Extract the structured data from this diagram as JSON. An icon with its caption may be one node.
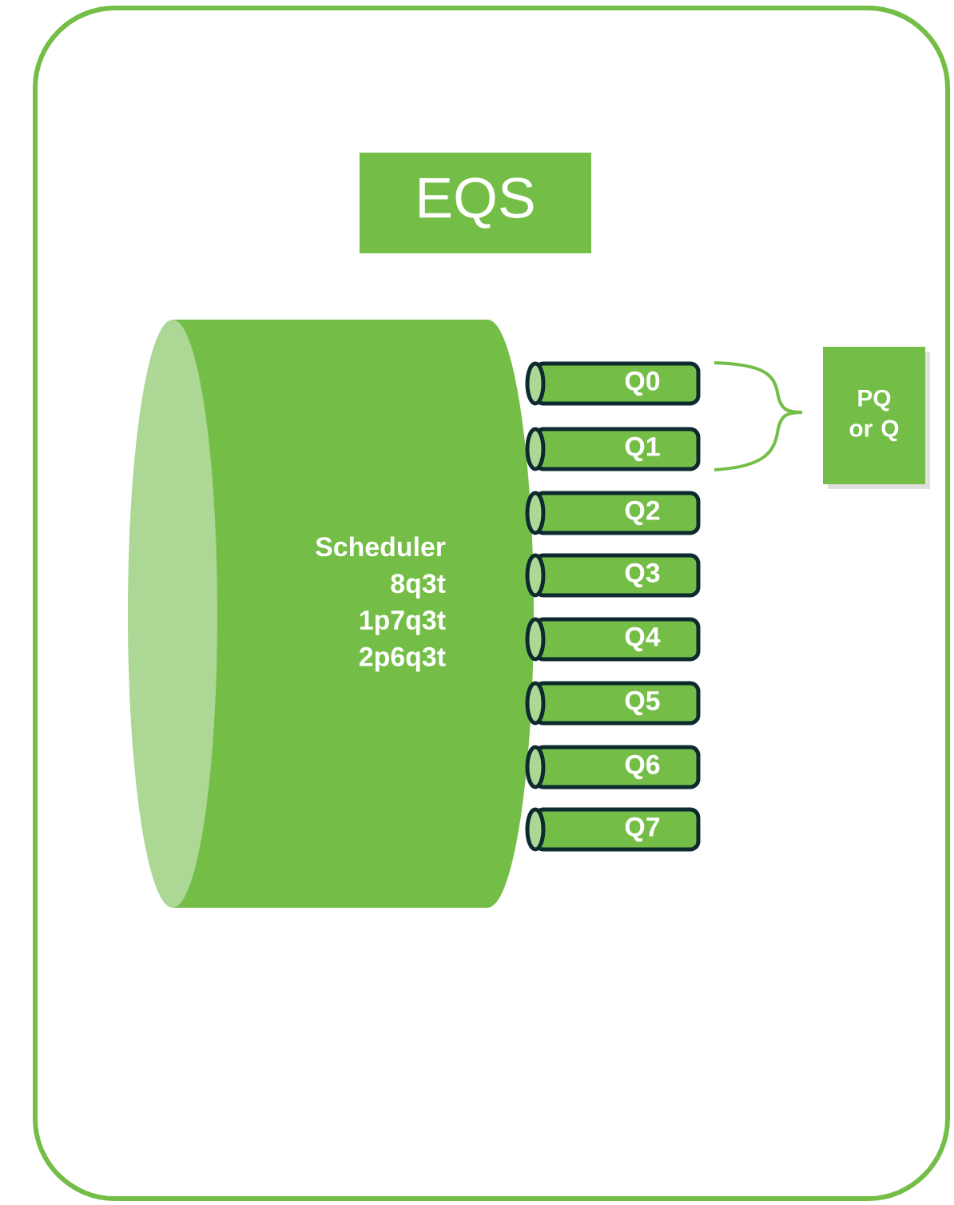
{
  "diagram": {
    "nodes": [
      {
        "text": [],
        "shape": "box"
      },
      {
        "text": [
          "EQS"
        ],
        "in": 0
      },
      {
        "text": [
          "Scheduler 8q3t 1p7q3t 2p6q3t"
        ],
        "in": 0
      },
      {
        "text": [
          "Q0"
        ],
        "in": 0
      },
      {
        "text": [
          "Q1"
        ],
        "in": 0
      },
      {
        "text": [
          "Q2"
        ],
        "in": 0
      },
      {
        "text": [
          "Q3"
        ],
        "in": 0
      },
      {
        "text": [
          "Q4"
        ],
        "in": 0
      },
      {
        "text": [
          "Q5"
        ],
        "in": 0
      },
      {
        "text": [
          "Q6"
        ],
        "in": 0
      },
      {
        "text": [
          "Q7"
        ],
        "in": 0
      },
      {
        "text": [
          "PQ or Q"
        ],
        "in": 0
      }
    ],
    "edges": []
  }
}
